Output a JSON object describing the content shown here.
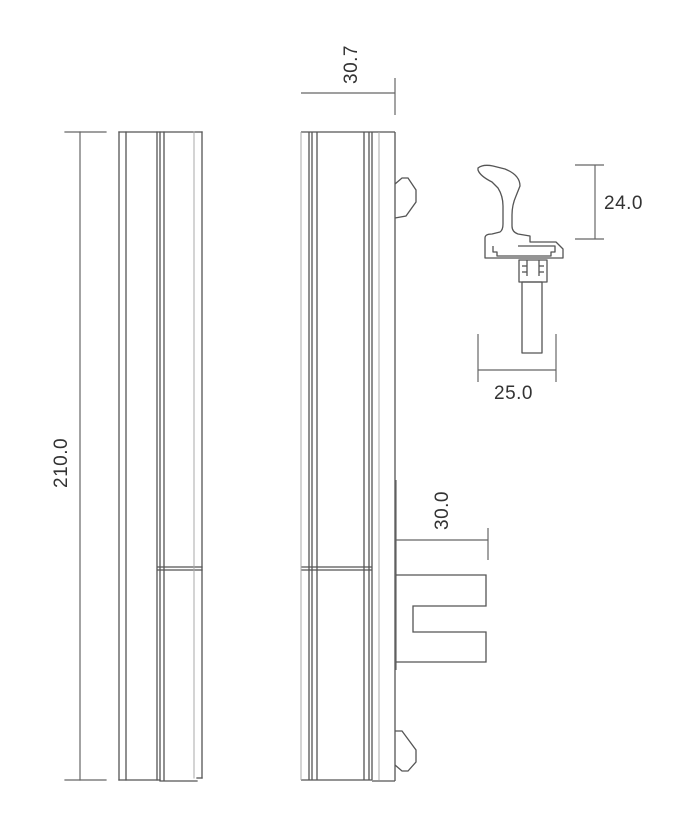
{
  "drawing": {
    "title": "Profile technical drawing with dimensions",
    "units": "mm",
    "colors": {
      "line_dark": "#555555",
      "line_light": "#aaaaaa",
      "dimension_line": "#666666",
      "text": "#333333",
      "background": "#ffffff"
    }
  },
  "dimensions": {
    "overall_length": "210.0",
    "profile_width": "30.7",
    "clip_height": "24.0",
    "clip_width": "25.0",
    "bracket_width": "30.0"
  },
  "views": [
    {
      "name": "front-view",
      "description": "Profile front elevation with center split"
    },
    {
      "name": "side-view",
      "description": "Profile side elevation with mounting clips"
    },
    {
      "name": "clip-section",
      "description": "Mounting clip cross-section"
    },
    {
      "name": "bracket-detail",
      "description": "U-shaped bracket detail"
    }
  ]
}
